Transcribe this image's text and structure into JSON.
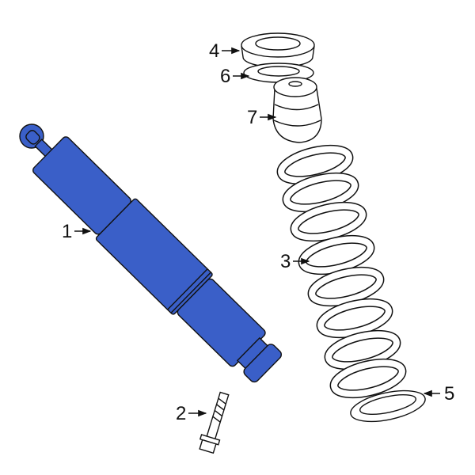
{
  "diagram": {
    "highlight_color": "#3a5fc8",
    "callouts": [
      {
        "number": "1"
      },
      {
        "number": "2"
      },
      {
        "number": "3"
      },
      {
        "number": "4"
      },
      {
        "number": "5"
      },
      {
        "number": "6"
      },
      {
        "number": "7"
      }
    ]
  }
}
